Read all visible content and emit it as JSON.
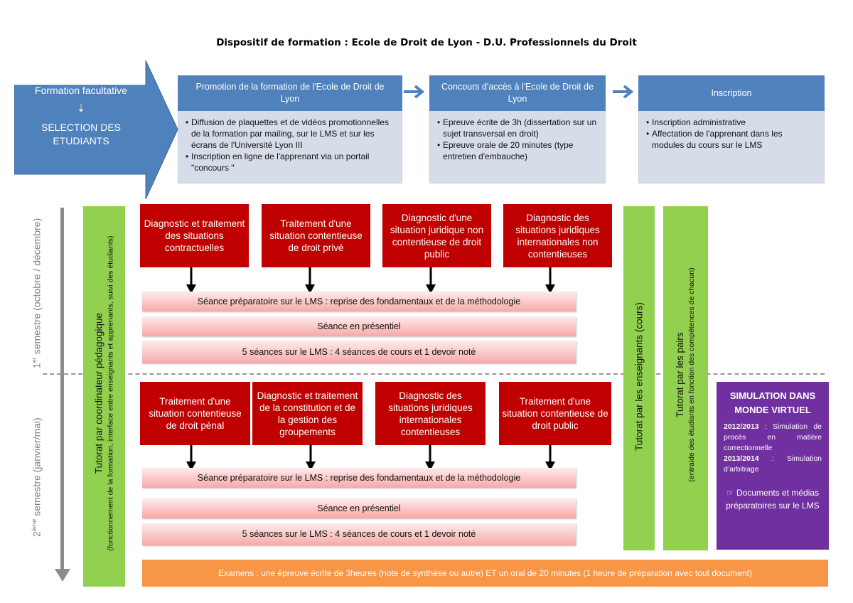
{
  "title": "Dispositif de formation : Ecole de Droit de Lyon - D.U. Professionnels du Droit",
  "selection_arrow": {
    "line1": "Formation facultative",
    "dots": "⇣",
    "line2": "SELECTION DES",
    "line3": "ETUDIANTS"
  },
  "steps": [
    {
      "header": "Promotion de la formation de l'Ecole de Droit de Lyon",
      "bullets": [
        "Diffusion de plaquettes et de vidéos promotionnelles de la formation par mailing, sur le LMS et sur les écrans de l'Université Lyon III",
        "Inscription en ligne de l'apprenant via un portail \"concours \""
      ]
    },
    {
      "header": "Concours d'accès à l'Ecole de Droit de Lyon",
      "bullets": [
        "Epreuve écrite de 3h (dissertation sur un sujet transversal en droit)",
        "Epreuve orale de 20 minutes (type entretien d'embauche)"
      ]
    },
    {
      "header": "Inscription",
      "bullets": [
        "Inscription administrative",
        "Affectation de l'apprenant dans les modules du cours sur le LMS"
      ]
    }
  ],
  "semesters": {
    "first": {
      "ordinal": "1",
      "sup": "er",
      "label": " semestre (octobre / décembre)"
    },
    "second": {
      "ordinal": "2",
      "sup": "ème",
      "label": " semestre (janvier/mai)"
    }
  },
  "tutorat": {
    "coordinateur": {
      "main": "Tutorat par coordinateur pédagogique",
      "sub": "(fonctionnement de la formation, interface entre enseignants et apprenants, suivi des étudiants)"
    },
    "enseignants": {
      "main": "Tutorat par les enseignants (cours)"
    },
    "pairs": {
      "main": "Tutorat par les pairs",
      "sub": "(entraide des étudiants en fonction des compétences de chacun)"
    }
  },
  "semester1_modules": [
    "Diagnostic et traitement des situations contractuelles",
    "Traitement d'une situation contentieuse de droit privé",
    "Diagnostic d'une situation juridique non contentieuse de droit public",
    "Diagnostic des situations juridiques internationales non contentieuses"
  ],
  "semester2_modules": [
    "Traitement d'une situation contentieuse de droit pénal",
    "Diagnostic et traitement de la constitution et de la gestion des groupements",
    "Diagnostic des situations juridiques internationales contentieuses",
    "Traitement d'une situation contentieuse de droit public"
  ],
  "sessions": [
    "Séance préparatoire sur le LMS : reprise des fondamentaux et de la méthodologie",
    "Séance en présentiel",
    "5 séances sur le LMS : 4 séances de cours et 1 devoir noté"
  ],
  "simulation": {
    "title": "SIMULATION DANS MONDE VIRTUEL",
    "items": [
      {
        "year": "2012/2013",
        "text": " :   Simulation de procès en matière correctionnelle"
      },
      {
        "year": "2013/2014",
        "text": " :   Simulation d’arbitrage"
      }
    ],
    "docs": "☞ Documents et médias préparatoires sur le LMS"
  },
  "exam": "Examens : une épreuve écrite de 3heures (note de synthèse ou autre) ET un oral de 20 minutes (1 heure de préparation avec tout document)",
  "colors": {
    "blue": "#4f81bd",
    "blue_light": "#d6dde9",
    "red": "#c00000",
    "green": "#92d050",
    "purple": "#7030a0",
    "orange": "#f79646",
    "pink_light": "#fdecec",
    "pink_dark": "#f8a8a8",
    "grey": "#8c8c8c"
  }
}
